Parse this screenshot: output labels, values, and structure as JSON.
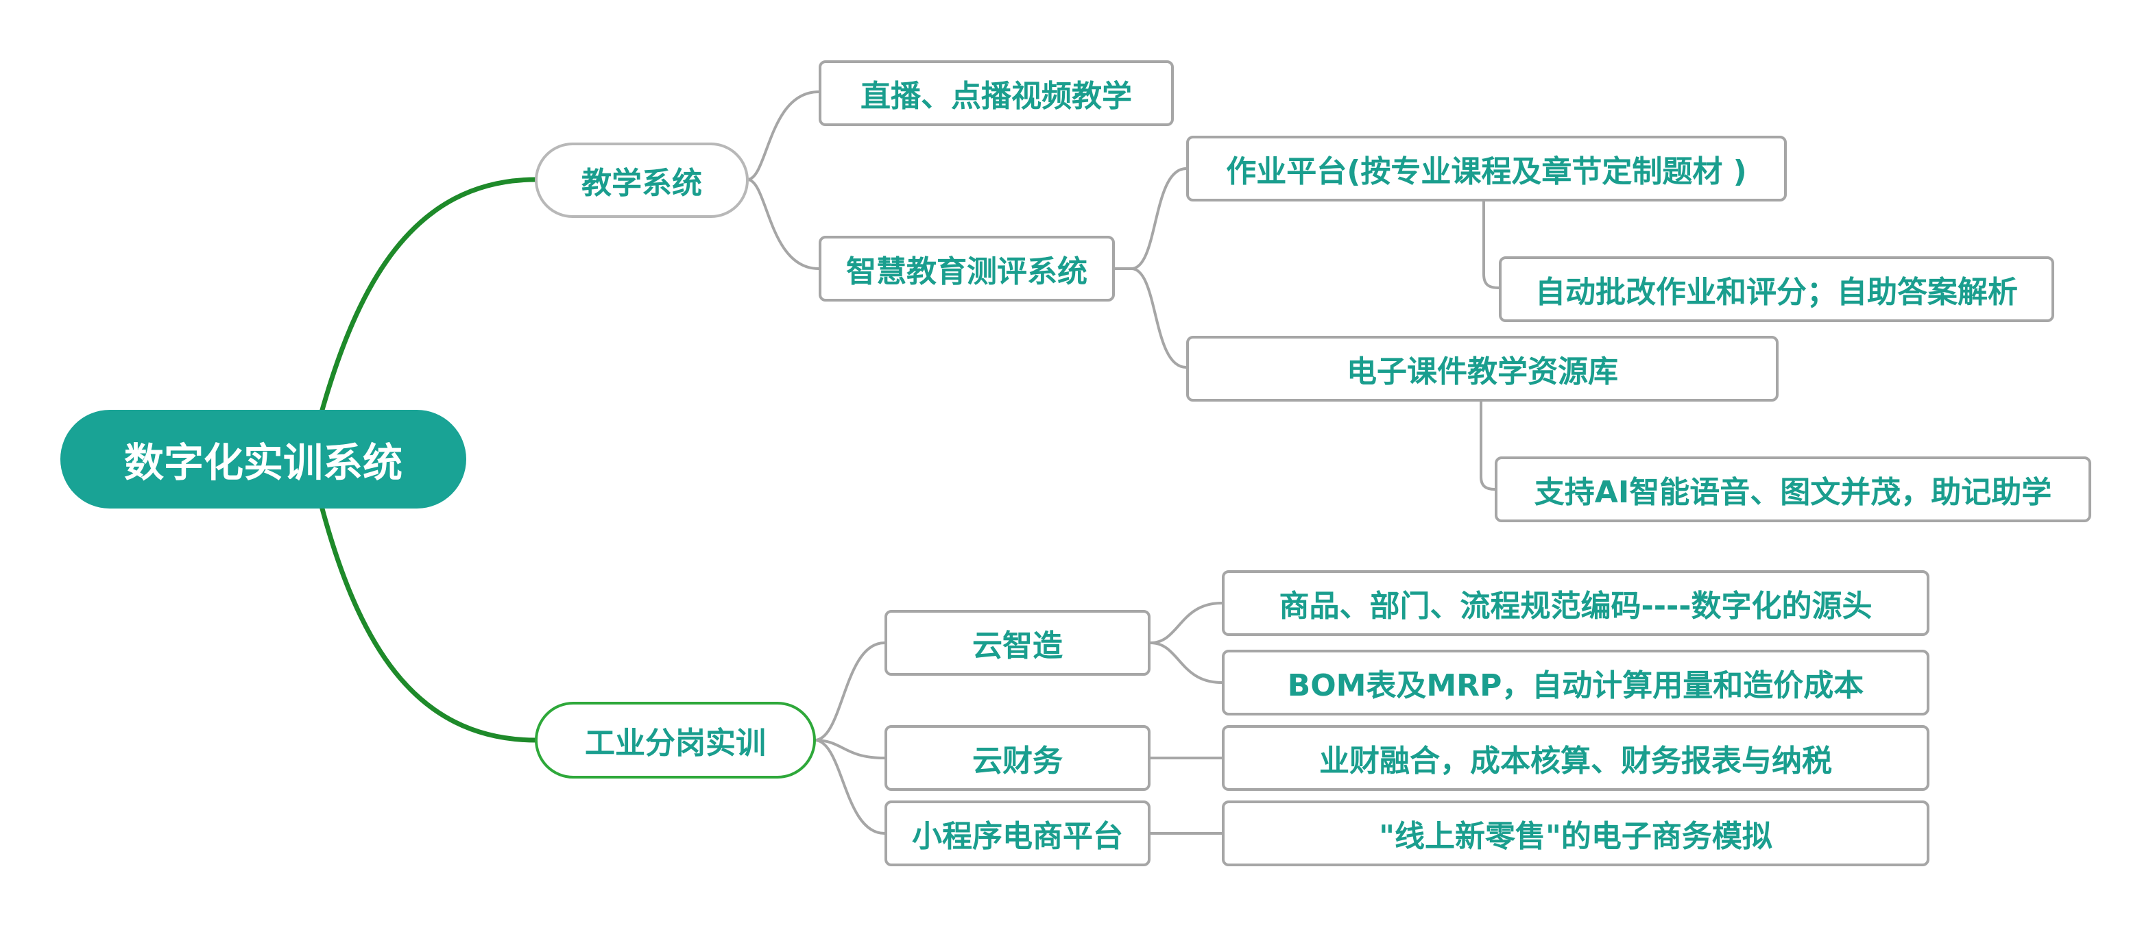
{
  "root": {
    "label": "数字化实训系统"
  },
  "branches": {
    "teaching": {
      "label": "教学系统",
      "live_video": "直播、点播视频教学",
      "eval_system": {
        "label": "智慧教育测评系统",
        "homework": "作业平台(按专业课程及章节定制题材 )",
        "auto_grading": "自动批改作业和评分；自助答案解析",
        "courseware": "电子课件教学资源库",
        "ai_voice": "支持AI智能语音、图文并茂，助记助学"
      }
    },
    "industry": {
      "label": "工业分岗实训",
      "cloud_manufacturing": {
        "label": "云智造",
        "coding": "商品、部门、流程规范编码----数字化的源头",
        "bom": "BOM表及MRP，自动计算用量和造价成本"
      },
      "cloud_finance": {
        "label": "云财务",
        "desc": "业财融合，成本核算、财务报表与纳税"
      },
      "mini_program": {
        "label": "小程序电商平台",
        "desc": "\"线上新零售\"的电子商务模拟"
      }
    }
  },
  "colors": {
    "root_fill": "#19a395",
    "text": "#1a9e8e",
    "root_branch_line": "#1e8a2a",
    "connector_line": "#a6a6a6"
  }
}
